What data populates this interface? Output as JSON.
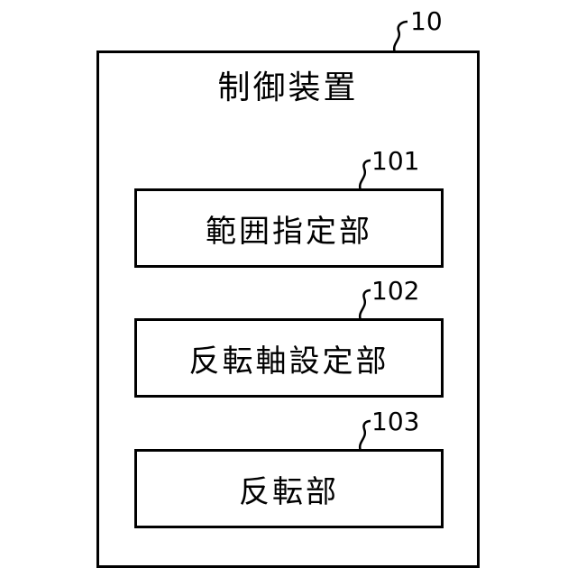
{
  "device": {
    "ref": "10",
    "title": "制御装置"
  },
  "blocks": [
    {
      "ref": "101",
      "label": "範囲指定部"
    },
    {
      "ref": "102",
      "label": "反転軸設定部"
    },
    {
      "ref": "103",
      "label": "反転部"
    }
  ]
}
